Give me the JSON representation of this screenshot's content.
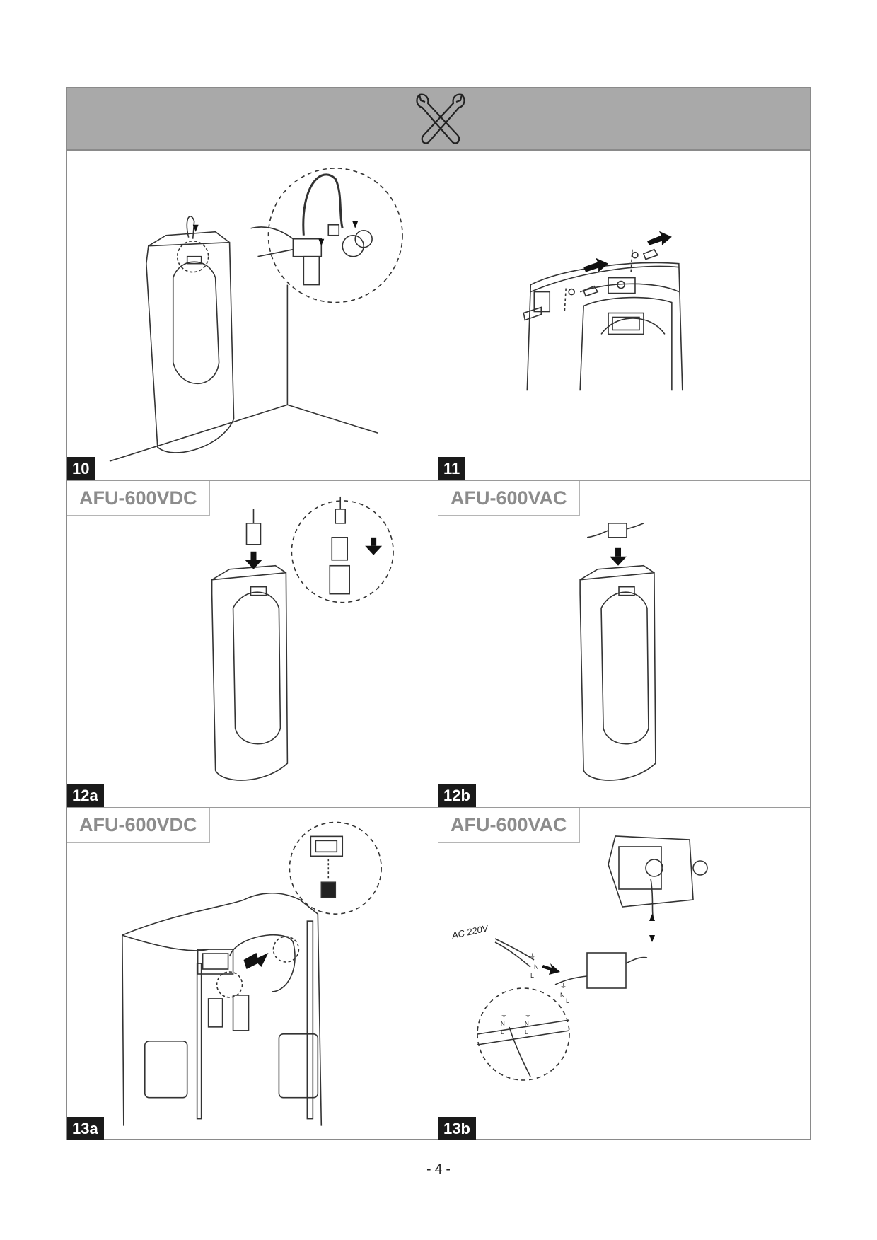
{
  "header": {
    "icon": "crossed-wrenches-icon"
  },
  "panels": [
    {
      "step": "10",
      "model": ""
    },
    {
      "step": "11",
      "model": ""
    },
    {
      "step": "12a",
      "model": "AFU-600VDC"
    },
    {
      "step": "12b",
      "model": "AFU-600VAC"
    },
    {
      "step": "13a",
      "model": "AFU-600VDC"
    },
    {
      "step": "13b",
      "model": "AFU-600VAC"
    }
  ],
  "labels": {
    "power_supply": "AC 220V",
    "ground": "⏚",
    "neutral": "N",
    "live": "L"
  },
  "page_number": "- 4 -"
}
